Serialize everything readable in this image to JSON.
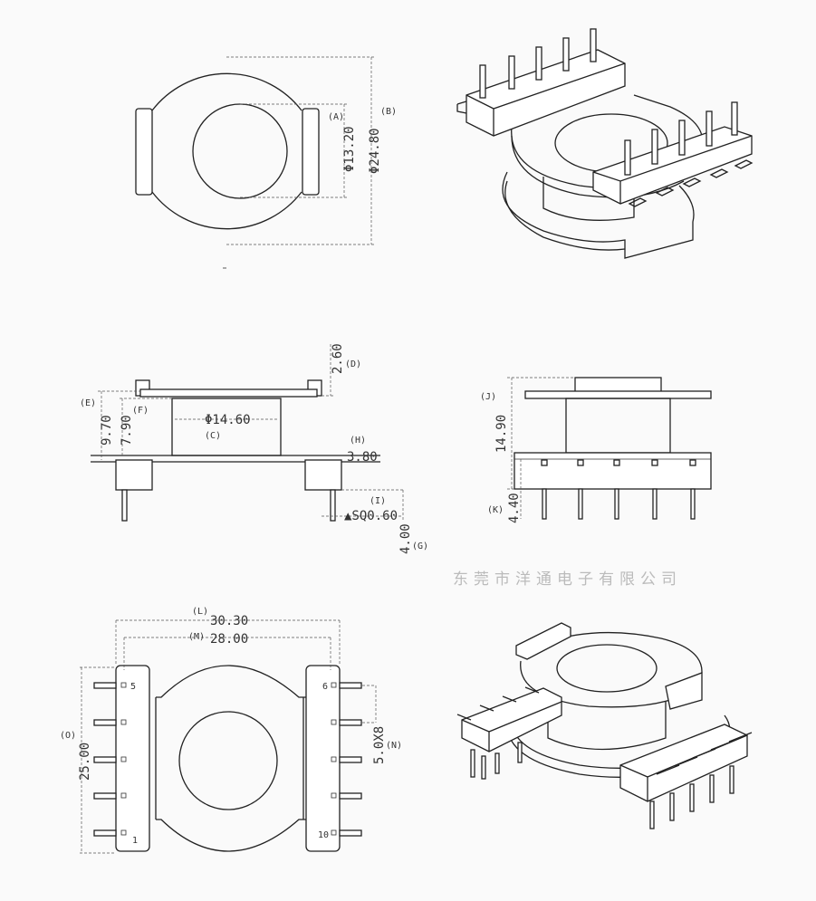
{
  "top_view": {
    "dim_a_label": "(A)",
    "dim_a_value": "Φ13.20",
    "dim_b_label": "(B)",
    "dim_b_value": "Φ24.80"
  },
  "side_view_left": {
    "dim_d_value": "2.60",
    "dim_d_label": "(D)",
    "dim_e_label": "(E)",
    "dim_e_value": "9.70",
    "dim_f_label": "(F)",
    "dim_f_value": "7.90",
    "dim_c_value": "Φ14.60",
    "dim_c_label": "(C)",
    "dim_h_label": "(H)",
    "dim_h_value": "3.80",
    "dim_i_label": "(I)",
    "dim_i_value": "▲SQ0.60",
    "dim_g_value": "4.00",
    "dim_g_label": "(G)"
  },
  "side_view_right": {
    "dim_j_label": "(J)",
    "dim_j_value": "14.90",
    "dim_k_label": "(K)",
    "dim_k_value": "4.40"
  },
  "bottom_view": {
    "dim_l_label": "(L)",
    "dim_l_value": "30.30",
    "dim_m_label": "(M)",
    "dim_m_value": "28.00",
    "dim_o_label": "(O)",
    "dim_o_value": "25.00",
    "dim_n_value": "5.0X8",
    "dim_n_label": "(N)",
    "pin_labels": {
      "p5": "5",
      "p1": "1",
      "p6": "6",
      "p10": "10"
    }
  },
  "watermark": "东莞市洋通电子有限公司"
}
